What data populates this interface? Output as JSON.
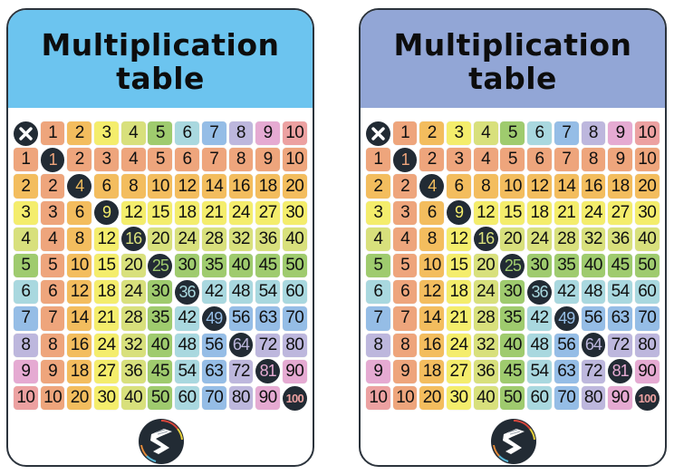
{
  "cards": [
    {
      "id": "left",
      "title_line1": "Multiplication",
      "title_line2": "table",
      "header_color": "#6cc4ef"
    },
    {
      "id": "right",
      "title_line1": "Multiplication",
      "title_line2": "table",
      "header_color": "#92a6d6"
    }
  ],
  "corner_icon": "multiply-icon",
  "logo_icon": "s-logo-icon",
  "row_colors": {
    "1": "#eea57c",
    "2": "#f3bd5e",
    "3": "#f4ed6c",
    "4": "#d8e07c",
    "5": "#9fcb6e",
    "6": "#a9d8df",
    "7": "#95bde6",
    "8": "#bdb7dd",
    "9": "#e5aad2",
    "10": "#eca1a1"
  },
  "table": {
    "size": 10,
    "header_row": [
      "1",
      "2",
      "3",
      "4",
      "5",
      "6",
      "7",
      "8",
      "9",
      "10"
    ],
    "rows": [
      [
        "1",
        "1",
        "2",
        "3",
        "4",
        "5",
        "6",
        "7",
        "8",
        "9",
        "10"
      ],
      [
        "2",
        "2",
        "4",
        "6",
        "8",
        "10",
        "12",
        "14",
        "16",
        "18",
        "20"
      ],
      [
        "3",
        "3",
        "6",
        "9",
        "12",
        "15",
        "18",
        "21",
        "24",
        "27",
        "30"
      ],
      [
        "4",
        "4",
        "8",
        "12",
        "16",
        "20",
        "24",
        "28",
        "32",
        "36",
        "40"
      ],
      [
        "5",
        "5",
        "10",
        "15",
        "20",
        "25",
        "30",
        "35",
        "40",
        "45",
        "50"
      ],
      [
        "6",
        "6",
        "12",
        "18",
        "24",
        "30",
        "36",
        "42",
        "48",
        "54",
        "60"
      ],
      [
        "7",
        "7",
        "14",
        "21",
        "28",
        "35",
        "42",
        "49",
        "56",
        "63",
        "70"
      ],
      [
        "8",
        "8",
        "16",
        "24",
        "32",
        "40",
        "48",
        "56",
        "64",
        "72",
        "80"
      ],
      [
        "9",
        "9",
        "18",
        "27",
        "36",
        "45",
        "54",
        "63",
        "72",
        "81",
        "90"
      ],
      [
        "10",
        "10",
        "20",
        "30",
        "40",
        "50",
        "60",
        "70",
        "80",
        "90",
        "100"
      ]
    ]
  }
}
